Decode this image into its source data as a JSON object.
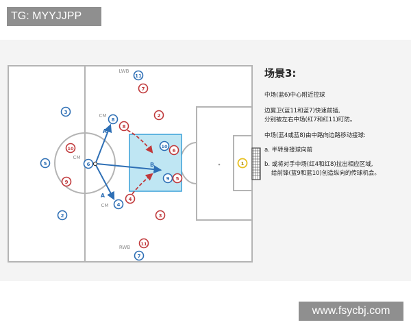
{
  "top_tag": "TG: MYYJJPP",
  "watermark": "www.fsycbj.com",
  "scene": {
    "title": "场景3:",
    "line1": "中场(蓝6)中心附近控球",
    "line2": "边翼卫(蓝11和蓝7)快速前插,",
    "line3": "分别被左右中场(红7和红11)盯防。",
    "line4": "中场(蓝4或蓝8)由中路向边路移动接球:",
    "line5": "a. 半转身接球向前",
    "line6": "b. 或将对手中场(红4和红8)拉出相应区域,",
    "line7": "给前锋(蓝9和蓝10)创造纵向的传球机会。"
  },
  "labels": {
    "lwb": "LWB",
    "rwb": "RWB",
    "cm_top": "CM",
    "cm_bottom": "CM",
    "cm_left": "CM",
    "arrow_a_top": "A",
    "arrow_a_bottom": "A",
    "arrow_b": "B"
  },
  "players": {
    "blue_11": "11",
    "blue_8": "8",
    "blue_3": "3",
    "blue_5": "5",
    "blue_6": "6",
    "blue_4": "4",
    "blue_2": "2",
    "blue_10": "10",
    "blue_9": "9",
    "blue_7": "7",
    "red_7": "7",
    "red_2": "2",
    "red_8": "8",
    "red_10": "10",
    "red_6": "6",
    "red_9": "9",
    "red_5": "5",
    "red_4": "4",
    "red_3": "3",
    "red_11": "11",
    "keeper_1": "1"
  },
  "colors": {
    "blue": "#2e6fb5",
    "red": "#c0393b",
    "keeper": "#e8c020",
    "zone_fill": "#bfe6f3",
    "zone_stroke": "#3aa0d8",
    "pitch_line": "#b4b4b4"
  }
}
